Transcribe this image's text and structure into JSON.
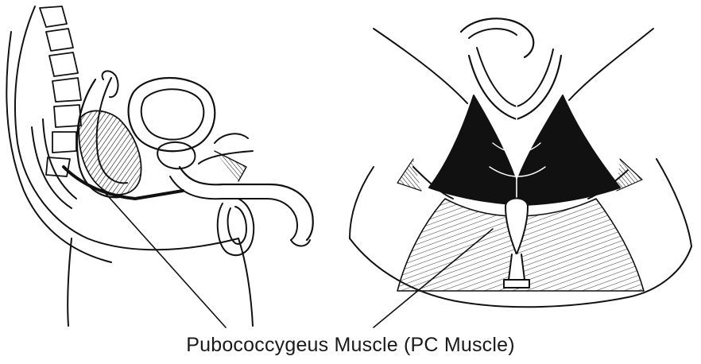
{
  "caption": "Pubococcygeus Muscle (PC Muscle)",
  "colors": {
    "ink": "#111111",
    "paper": "#ffffff"
  },
  "figures": [
    {
      "view": "sagittal",
      "side": "left"
    },
    {
      "view": "inferior",
      "side": "right"
    }
  ]
}
